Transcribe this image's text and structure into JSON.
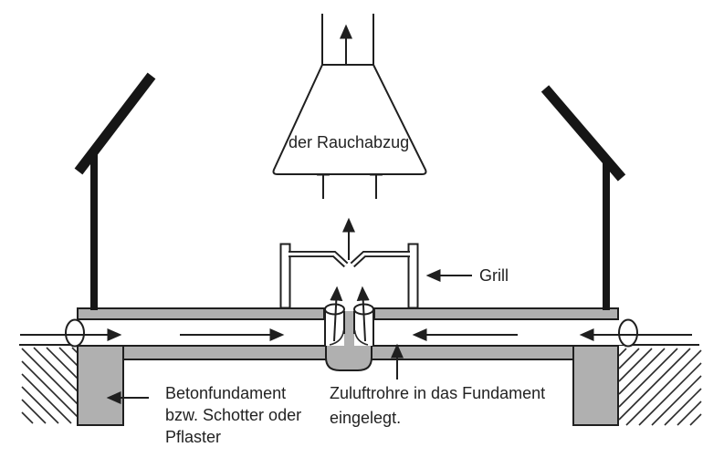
{
  "diagram": {
    "type": "technical-cross-section",
    "subject": "Grillkamin Belüftung (grill smoke-extraction and air-supply cross section)",
    "labels": {
      "hood": "der Rauchabzug",
      "grill": "Grill",
      "foundation": {
        "line1": "Betonfundament",
        "line2": "bzw. Schotter oder",
        "line3": "Pflaster"
      },
      "inlet": {
        "line1": "Zuluftrohre in das Fundament",
        "line2": "eingelegt."
      }
    },
    "colors": {
      "background": "#ffffff",
      "concrete_gray": "#b0b0b0",
      "line_black": "#1f1f1f",
      "panel_black": "#161616",
      "text": "#222222"
    }
  }
}
